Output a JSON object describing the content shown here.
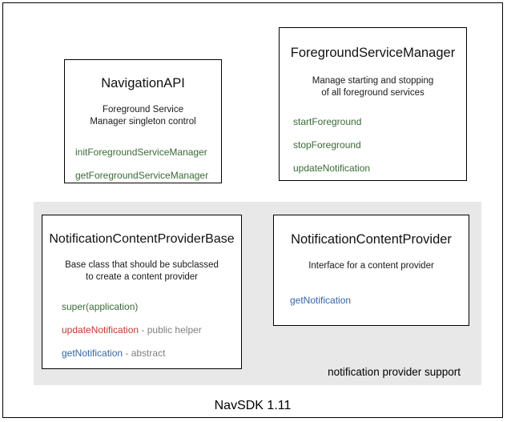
{
  "diagram": {
    "footer_caption": "NavSDK 1.11",
    "group_region": {
      "label": "notification provider support",
      "background_color": "#E8E8E8"
    },
    "colors": {
      "green": "#3A6B35",
      "red": "#C0392B",
      "blue": "#3465A4",
      "note_gray": "#808080",
      "border": "#000000",
      "page_background": "#FFFFFF"
    },
    "boxes": [
      {
        "id": "navigationapi",
        "title": "NavigationAPI",
        "description_lines": [
          "Foreground Service",
          "Manager singleton control"
        ],
        "members": [
          {
            "name": "initForegroundServiceManager",
            "note": "",
            "kind": "green"
          },
          {
            "name": "getForegroundServiceManager",
            "note": "",
            "kind": "green"
          }
        ]
      },
      {
        "id": "foregroundservicemanager",
        "title": "ForegroundServiceManager",
        "description_lines": [
          "Manage starting and stopping",
          "of all foreground services"
        ],
        "members": [
          {
            "name": "startForeground",
            "note": "",
            "kind": "green"
          },
          {
            "name": "stopForeground",
            "note": "",
            "kind": "green"
          },
          {
            "name": "updateNotification",
            "note": "",
            "kind": "green"
          }
        ]
      },
      {
        "id": "notificationcontentproviderbase",
        "title": "NotificationContentProviderBase",
        "description_lines": [
          "Base class that should be subclassed",
          "to create a content provider"
        ],
        "members": [
          {
            "name": "super(application)",
            "note": "",
            "kind": "green"
          },
          {
            "name": "updateNotification",
            "note": " - public helper",
            "kind": "red"
          },
          {
            "name": "getNotification",
            "note": " - abstract",
            "kind": "blue"
          }
        ]
      },
      {
        "id": "notificationcontentprovider",
        "title": "NotificationContentProvider",
        "description_lines": [
          "Interface for a content provider"
        ],
        "members": [
          {
            "name": "getNotification",
            "note": "",
            "kind": "blue"
          }
        ]
      }
    ]
  }
}
